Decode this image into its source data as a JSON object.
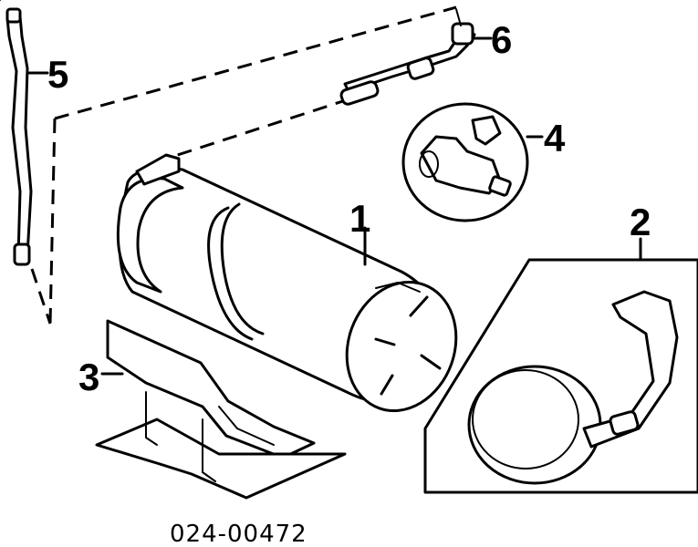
{
  "callouts": {
    "c1": "1",
    "c2": "2",
    "c3": "3",
    "c4": "4",
    "c5": "5",
    "c6": "6"
  },
  "part_number": "024-00472",
  "colors": {
    "ink": "#000000",
    "paper": "#ffffff",
    "shade": "#cfcfcf"
  }
}
